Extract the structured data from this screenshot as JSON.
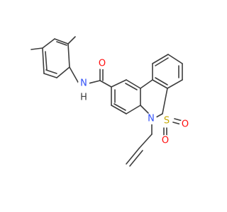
{
  "colors": {
    "bond": "#3d3d3d",
    "oxygen": "#ff0d0d",
    "nitrogen": "#3050f8",
    "sulfur": "#c6a800",
    "hydrogen": "#3d3d3d",
    "background": "#ffffff"
  },
  "molecule": {
    "atoms": [
      {
        "id": "O1",
        "symbol": "O",
        "color_key": "oxygen"
      },
      {
        "id": "N1",
        "symbol": "N",
        "color_key": "nitrogen"
      },
      {
        "id": "H1",
        "symbol": "H",
        "color_key": "hydrogen"
      },
      {
        "id": "N2",
        "symbol": "N",
        "color_key": "nitrogen"
      },
      {
        "id": "S1",
        "symbol": "S",
        "color_key": "sulfur"
      },
      {
        "id": "O2",
        "symbol": "O",
        "color_key": "oxygen"
      },
      {
        "id": "O3",
        "symbol": "O",
        "color_key": "oxygen"
      }
    ]
  }
}
